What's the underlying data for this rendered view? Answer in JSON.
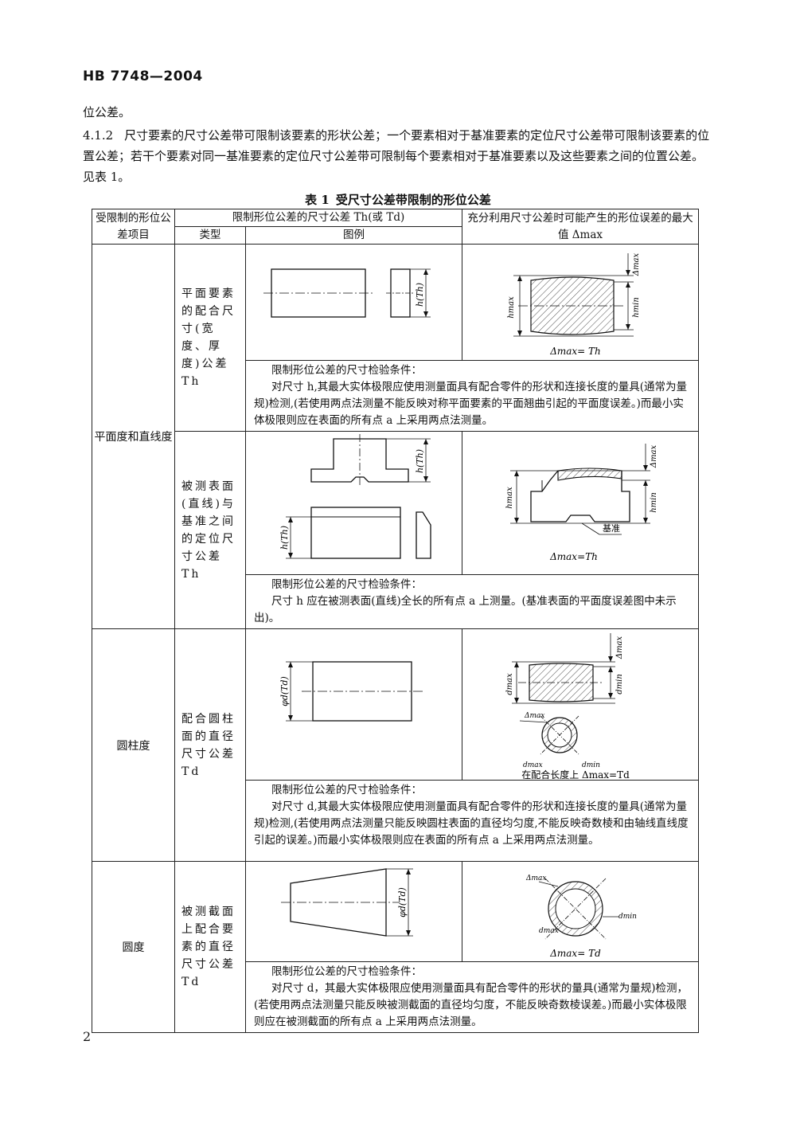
{
  "header": {
    "doc_code": "HB 7748—2004"
  },
  "paragraphs": {
    "p1": "位公差。",
    "p2_num": "4.1.2",
    "p2": "尺寸要素的尺寸公差带可限制该要素的形状公差；一个要素相对于基准要素的定位尺寸公差带可限制该要素的位置公差；若干个要素对同一基准要素的定位尺寸公差带可限制每个要素相对于基准要素以及这些要素之间的位置公差。见表 1。"
  },
  "table": {
    "caption_label": "表 1",
    "caption_title": "受尺寸公差带限制的形位公差",
    "headers": {
      "col1": "受限制的形位公差项目",
      "col2": "限制形位公差的尺寸公差 Th(或 Td)",
      "col2_type": "类型",
      "col2_fig": "图例",
      "col3": "充分利用尺寸公差时可能产生的形位误差的最大值 Δmax"
    },
    "groups": [
      {
        "item": "平面度和直线度",
        "rows": [
          {
            "type": "平面要素的配合尺寸(宽度、厚度)公差 Th",
            "fig_label": "h(Th)",
            "result_labels": {
              "delta": "Δmax",
              "hmax": "hmax",
              "hmin": "hmin"
            },
            "result_eq": "Δmax= Th",
            "cond_title": "限制形位公差的尺寸检验条件：",
            "cond_body": "对尺寸 h,其最大实体极限应使用测量面具有配合零件的形状和连接长度的量具(通常为量规)检测,(若使用两点法测量不能反映对称平面要素的平面翘曲引起的平面度误差。)而最小实体极限则应在表面的所有点 a 上采用两点法测量。"
          },
          {
            "type": "被测表面(直线)与基准之间的定位尺寸公差 Th",
            "fig_label_top": "h(Th)",
            "fig_label_bottom": "h(Th)",
            "result_labels": {
              "delta": "Δmax",
              "hmax": "hmax",
              "hmin": "hmin",
              "datum": "基准"
            },
            "result_eq": "Δmax=Th",
            "cond_title": "限制形位公差的尺寸检验条件：",
            "cond_body": "尺寸 h 应在被测表面(直线)全长的所有点 a 上测量。(基准表面的平面度误差图中未示出)。"
          }
        ]
      },
      {
        "item": "圆柱度",
        "rows": [
          {
            "type": "配合圆柱面的直径尺寸公差 Td",
            "fig_label": "φd(Td)",
            "result_labels": {
              "delta": "Δmax",
              "dmax": "dmax",
              "dmin": "dmin"
            },
            "result_eq": "在配合长度上 Δmax=Td",
            "cond_title": "限制形位公差的尺寸检验条件：",
            "cond_body": "对尺寸 d,其最大实体极限应使用测量面具有配合零件的形状和连接长度的量具(通常为量规)检测,(若使用两点法测量只能反映圆柱表面的直径均匀度,不能反映奇数棱和由轴线直线度引起的误差。)而最小实体极限则应在表面的所有点 a 上采用两点法测量。"
          }
        ]
      },
      {
        "item": "圆度",
        "rows": [
          {
            "type": "被测截面上配合要素的直径尺寸公差 Td",
            "fig_label": "φd(Td)",
            "result_labels": {
              "delta": "Δmax",
              "dmax": "dmax",
              "dmin": "dmin"
            },
            "result_eq": "Δmax= Td",
            "cond_title": "限制形位公差的尺寸检验条件：",
            "cond_body": "对尺寸 d，其最大实体极限应使用测量面具有配合零件的形状的量具(通常为量规)检测，(若使用两点法测量只能反映被测截面的直径均匀度，不能反映奇数棱误差。)而最小实体极限则应在被测截面的所有点 a 上采用两点法测量。"
          }
        ]
      }
    ]
  },
  "page_number": "2"
}
